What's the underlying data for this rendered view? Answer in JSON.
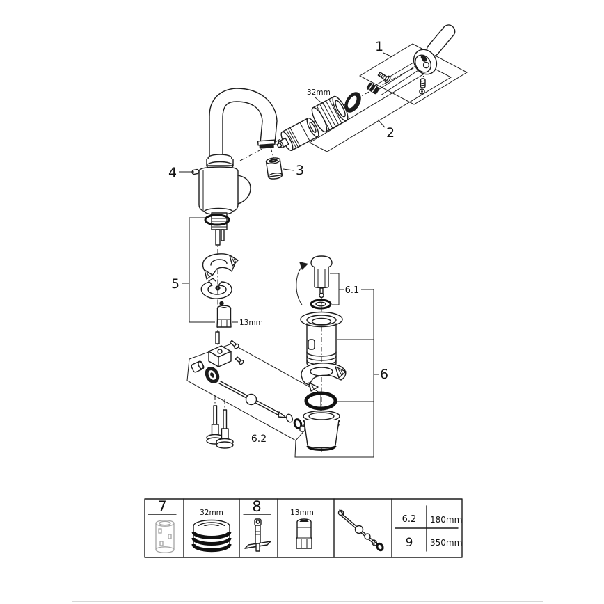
{
  "diagram": {
    "labels": {
      "part1": "1",
      "part2": "2",
      "part3": "3",
      "part4": "4",
      "part5": "5",
      "part6": "6",
      "part6_1": "6.1",
      "part6_2": "6.2"
    },
    "annotations": {
      "cartridge_thread": "32mm",
      "mounting_nut": "13mm"
    }
  },
  "legend": {
    "cells": [
      {
        "label": "7"
      },
      {
        "label": "32mm"
      },
      {
        "label": "8"
      },
      {
        "label": "13mm"
      }
    ],
    "dims": {
      "row1_ref": "6.2",
      "row1_len": "180mm",
      "row2_ref": "9",
      "row2_len": "350mm"
    }
  },
  "colors": {
    "line": "#1c1c1c",
    "light_tool": "#a5a5a5",
    "divider": "#c9c9c9"
  }
}
